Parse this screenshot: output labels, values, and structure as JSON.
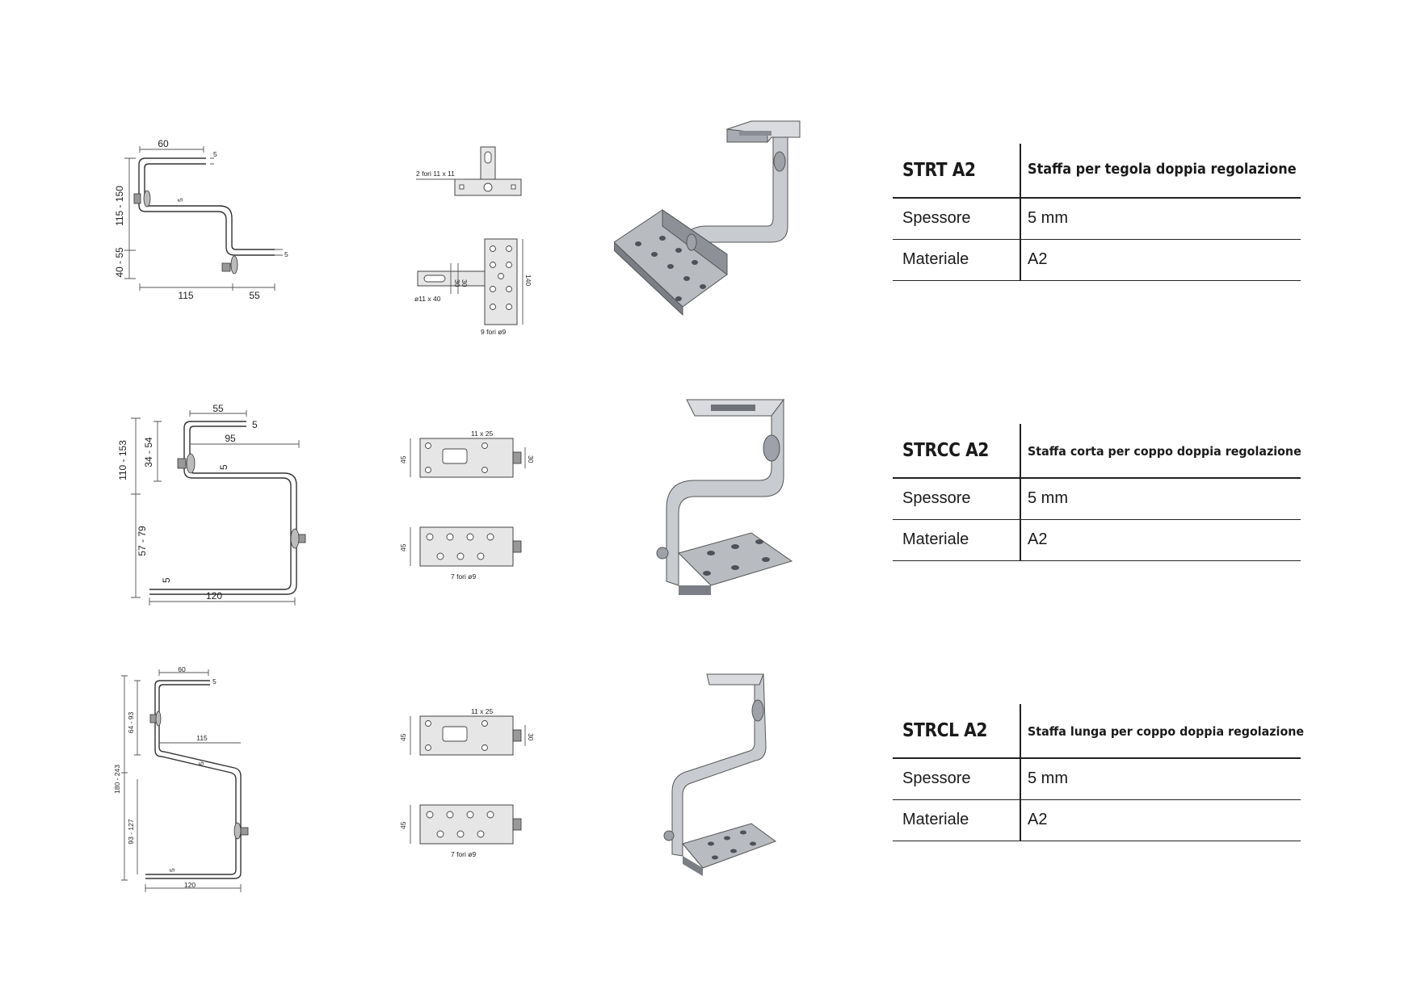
{
  "products": [
    {
      "code": "STRT A2",
      "description": "Staffa per tegola doppia regolazione",
      "rows": [
        {
          "label": "Spessore",
          "value": "5 mm"
        },
        {
          "label": "Materiale",
          "value": "A2"
        }
      ],
      "side_dims": {
        "top": "60",
        "top_t": "5",
        "height": "115 - 150",
        "mid_t": "5",
        "lower": "40 - 55",
        "base_a": "115",
        "base_b": "55",
        "base_t": "5"
      },
      "plan_dims": {
        "holes_top": "2 fori 11 x 11",
        "slot": "ø11 x 40",
        "w1": "30",
        "w2": "30",
        "len": "140",
        "holes": "9 fori ø9"
      }
    },
    {
      "code": "STRCC A2",
      "description": "Staffa corta  per coppo doppia regolazione",
      "rows": [
        {
          "label": "Spessore",
          "value": "5 mm"
        },
        {
          "label": "Materiale",
          "value": "A2"
        }
      ],
      "side_dims": {
        "top": "55",
        "top_t": "5",
        "height": "110 - 153",
        "upper": "34 - 54",
        "span": "95",
        "mid_t": "5",
        "lower": "57 - 79",
        "base_t": "5",
        "base": "120"
      },
      "plan_dims": {
        "slot": "11 x 25",
        "w_top": "45",
        "w_top_r": "30",
        "w_bottom": "45",
        "holes": "7 fori ø9"
      }
    },
    {
      "code": "STRCL A2",
      "description": "Staffa lunga per coppo doppia regolazione",
      "rows": [
        {
          "label": "Spessore",
          "value": "5 mm"
        },
        {
          "label": "Materiale",
          "value": "A2"
        }
      ],
      "side_dims": {
        "top": "60",
        "top_t": "5",
        "height": "180 - 243",
        "upper": "64 - 93",
        "span": "115",
        "mid_t": "5",
        "lower": "93 - 127",
        "base_t": "5",
        "base": "120"
      },
      "plan_dims": {
        "slot": "11 x 25",
        "w_top": "45",
        "w_top_r": "30",
        "w_bottom": "45",
        "holes": "7 fori ø9"
      }
    }
  ],
  "colors": {
    "line": "#222222",
    "metal_light": "#d9dbde",
    "metal_mid": "#a7abb1",
    "metal_dark": "#6f7379"
  }
}
